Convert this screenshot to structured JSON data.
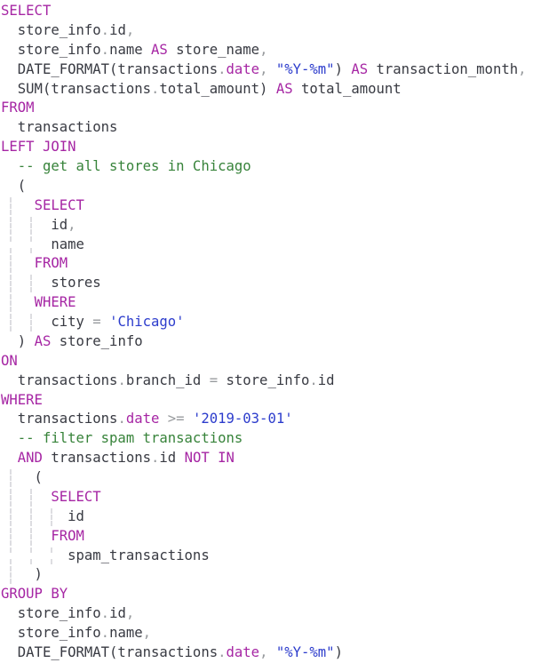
{
  "colors": {
    "background": "#ffffff",
    "text": "#383a42",
    "keyword": "#a626a4",
    "string": "#2c3ccc",
    "comment": "#37833a",
    "operator": "#989b9e",
    "guide": "#dddde1"
  },
  "code": {
    "language_hint": "SQL query",
    "lines": [
      {
        "guides": [],
        "tokens": [
          {
            "t": "SELECT",
            "c": "kw"
          }
        ]
      },
      {
        "guides": [],
        "tokens": [
          {
            "t": "  store_info",
            "c": "d"
          },
          {
            "t": ".",
            "c": "p"
          },
          {
            "t": "id",
            "c": "d"
          },
          {
            "t": ",",
            "c": "p"
          }
        ]
      },
      {
        "guides": [],
        "tokens": [
          {
            "t": "  store_info",
            "c": "d"
          },
          {
            "t": ".",
            "c": "p"
          },
          {
            "t": "name ",
            "c": "d"
          },
          {
            "t": "AS",
            "c": "kw"
          },
          {
            "t": " store_name",
            "c": "d"
          },
          {
            "t": ",",
            "c": "p"
          }
        ]
      },
      {
        "guides": [],
        "tokens": [
          {
            "t": "  DATE_FORMAT(transactions",
            "c": "d"
          },
          {
            "t": ".",
            "c": "p"
          },
          {
            "t": "date",
            "c": "kw"
          },
          {
            "t": ",",
            "c": "p"
          },
          {
            "t": " ",
            "c": "d"
          },
          {
            "t": "\"%Y-%m\"",
            "c": "str"
          },
          {
            "t": ") ",
            "c": "d"
          },
          {
            "t": "AS",
            "c": "kw"
          },
          {
            "t": " transaction_month",
            "c": "d"
          },
          {
            "t": ",",
            "c": "p"
          }
        ]
      },
      {
        "guides": [],
        "tokens": [
          {
            "t": "  SUM(transactions",
            "c": "d"
          },
          {
            "t": ".",
            "c": "p"
          },
          {
            "t": "total_amount) ",
            "c": "d"
          },
          {
            "t": "AS",
            "c": "kw"
          },
          {
            "t": " total_amount",
            "c": "d"
          }
        ]
      },
      {
        "guides": [],
        "tokens": [
          {
            "t": "FROM",
            "c": "kw"
          }
        ]
      },
      {
        "guides": [],
        "tokens": [
          {
            "t": "  transactions",
            "c": "d"
          }
        ]
      },
      {
        "guides": [],
        "tokens": [
          {
            "t": "LEFT JOIN",
            "c": "kw"
          }
        ]
      },
      {
        "guides": [],
        "tokens": [
          {
            "t": "  -- get all stores in Chicago",
            "c": "com"
          }
        ]
      },
      {
        "guides": [],
        "tokens": [
          {
            "t": "  (",
            "c": "d"
          }
        ]
      },
      {
        "guides": [
          10
        ],
        "tokens": [
          {
            "t": "    ",
            "c": "d"
          },
          {
            "t": "SELECT",
            "c": "kw"
          }
        ]
      },
      {
        "guides": [
          10,
          33
        ],
        "tokens": [
          {
            "t": "      id",
            "c": "d"
          },
          {
            "t": ",",
            "c": "p"
          }
        ]
      },
      {
        "guides": [
          10,
          33
        ],
        "tokens": [
          {
            "t": "      name",
            "c": "d"
          }
        ]
      },
      {
        "guides": [
          10
        ],
        "tokens": [
          {
            "t": "    ",
            "c": "d"
          },
          {
            "t": "FROM",
            "c": "kw"
          }
        ]
      },
      {
        "guides": [
          10,
          33
        ],
        "tokens": [
          {
            "t": "      stores",
            "c": "d"
          }
        ]
      },
      {
        "guides": [
          10
        ],
        "tokens": [
          {
            "t": "    ",
            "c": "d"
          },
          {
            "t": "WHERE",
            "c": "kw"
          }
        ]
      },
      {
        "guides": [
          10,
          33
        ],
        "tokens": [
          {
            "t": "      city ",
            "c": "d"
          },
          {
            "t": "=",
            "c": "op"
          },
          {
            "t": " ",
            "c": "d"
          },
          {
            "t": "'Chicago'",
            "c": "str"
          }
        ]
      },
      {
        "guides": [],
        "tokens": [
          {
            "t": "  ) ",
            "c": "d"
          },
          {
            "t": "AS",
            "c": "kw"
          },
          {
            "t": " store_info",
            "c": "d"
          }
        ]
      },
      {
        "guides": [],
        "tokens": [
          {
            "t": "ON",
            "c": "kw"
          }
        ]
      },
      {
        "guides": [],
        "tokens": [
          {
            "t": "  transactions",
            "c": "d"
          },
          {
            "t": ".",
            "c": "p"
          },
          {
            "t": "branch_id ",
            "c": "d"
          },
          {
            "t": "=",
            "c": "op"
          },
          {
            "t": " store_info",
            "c": "d"
          },
          {
            "t": ".",
            "c": "p"
          },
          {
            "t": "id",
            "c": "d"
          }
        ]
      },
      {
        "guides": [],
        "tokens": [
          {
            "t": "WHERE",
            "c": "kw"
          }
        ]
      },
      {
        "guides": [],
        "tokens": [
          {
            "t": "  transactions",
            "c": "d"
          },
          {
            "t": ".",
            "c": "p"
          },
          {
            "t": "date",
            "c": "kw"
          },
          {
            "t": " ",
            "c": "d"
          },
          {
            "t": ">=",
            "c": "op"
          },
          {
            "t": " ",
            "c": "d"
          },
          {
            "t": "'2019-03-01'",
            "c": "str"
          }
        ]
      },
      {
        "guides": [],
        "tokens": [
          {
            "t": "  -- filter spam transactions",
            "c": "com"
          }
        ]
      },
      {
        "guides": [],
        "tokens": [
          {
            "t": "  ",
            "c": "d"
          },
          {
            "t": "AND",
            "c": "kw"
          },
          {
            "t": " transactions",
            "c": "d"
          },
          {
            "t": ".",
            "c": "p"
          },
          {
            "t": "id ",
            "c": "d"
          },
          {
            "t": "NOT IN",
            "c": "kw"
          }
        ]
      },
      {
        "guides": [
          10
        ],
        "tokens": [
          {
            "t": "    (",
            "c": "d"
          }
        ]
      },
      {
        "guides": [
          10,
          33
        ],
        "tokens": [
          {
            "t": "      ",
            "c": "d"
          },
          {
            "t": "SELECT",
            "c": "kw"
          }
        ]
      },
      {
        "guides": [
          10,
          33,
          56
        ],
        "tokens": [
          {
            "t": "        id",
            "c": "d"
          }
        ]
      },
      {
        "guides": [
          10,
          33
        ],
        "tokens": [
          {
            "t": "      ",
            "c": "d"
          },
          {
            "t": "FROM",
            "c": "kw"
          }
        ]
      },
      {
        "guides": [
          10,
          33,
          56
        ],
        "tokens": [
          {
            "t": "        spam_transactions",
            "c": "d"
          }
        ]
      },
      {
        "guides": [
          10
        ],
        "tokens": [
          {
            "t": "    )",
            "c": "d"
          }
        ]
      },
      {
        "guides": [],
        "tokens": [
          {
            "t": "GROUP BY",
            "c": "kw"
          }
        ]
      },
      {
        "guides": [],
        "tokens": [
          {
            "t": "  store_info",
            "c": "d"
          },
          {
            "t": ".",
            "c": "p"
          },
          {
            "t": "id",
            "c": "d"
          },
          {
            "t": ",",
            "c": "p"
          }
        ]
      },
      {
        "guides": [],
        "tokens": [
          {
            "t": "  store_info",
            "c": "d"
          },
          {
            "t": ".",
            "c": "p"
          },
          {
            "t": "name",
            "c": "d"
          },
          {
            "t": ",",
            "c": "p"
          }
        ]
      },
      {
        "guides": [],
        "tokens": [
          {
            "t": "  DATE_FORMAT(transactions",
            "c": "d"
          },
          {
            "t": ".",
            "c": "p"
          },
          {
            "t": "date",
            "c": "kw"
          },
          {
            "t": ",",
            "c": "p"
          },
          {
            "t": " ",
            "c": "d"
          },
          {
            "t": "\"%Y-%m\"",
            "c": "str"
          },
          {
            "t": ")",
            "c": "d"
          }
        ]
      }
    ]
  }
}
